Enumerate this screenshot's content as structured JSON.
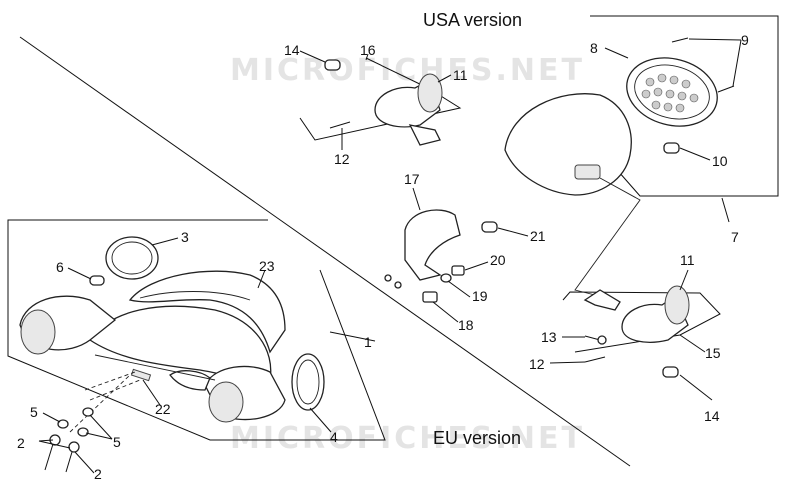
{
  "titles": {
    "usa": "USA version",
    "eu": "EU version"
  },
  "watermark": "MICROFICHES.NET",
  "callouts": {
    "p1": "1",
    "p2a": "2",
    "p2b": "2",
    "p3": "3",
    "p4": "4",
    "p5a": "5",
    "p5b": "5",
    "p6": "6",
    "p7": "7",
    "p8": "8",
    "p9": "9",
    "p10": "10",
    "p11a": "11",
    "p11b": "11",
    "p12a": "12",
    "p12b": "12",
    "p13": "13",
    "p14a": "14",
    "p14b": "14",
    "p15": "15",
    "p16": "16",
    "p17": "17",
    "p18": "18",
    "p19": "19",
    "p20": "20",
    "p21": "21",
    "p22": "22",
    "p23": "23"
  }
}
